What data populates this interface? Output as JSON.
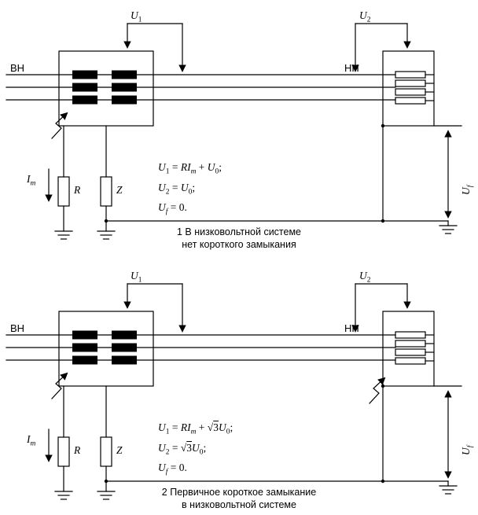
{
  "figure": {
    "background": "#ffffff",
    "line_color": "#000000",
    "diagrams": [
      {
        "labels": {
          "u1": [
            {
              "t": "U",
              "i": 1
            },
            {
              "t": "1",
              "sub": 1
            }
          ],
          "u2": [
            {
              "t": "U",
              "i": 1
            },
            {
              "t": "2",
              "sub": 1
            }
          ],
          "hv": "ВН",
          "lv": "НН",
          "im": [
            {
              "t": "I",
              "i": 1
            },
            {
              "t": "m",
              "sub": 1,
              "i": 1
            }
          ],
          "r": [
            {
              "t": "R",
              "i": 1
            }
          ],
          "z": [
            {
              "t": "Z",
              "i": 1
            }
          ],
          "uf": [
            {
              "t": "U",
              "i": 1
            },
            {
              "t": "f",
              "sub": 1,
              "i": 1
            }
          ]
        },
        "equations": [
          [
            {
              "t": "U",
              "i": 1
            },
            {
              "t": "1",
              "sub": 1
            },
            {
              "t": " = "
            },
            {
              "t": "RI",
              "i": 1
            },
            {
              "t": "m",
              "sub": 1,
              "i": 1
            },
            {
              "t": " + "
            },
            {
              "t": "U",
              "i": 1
            },
            {
              "t": "0",
              "sub": 1
            },
            {
              "t": ";"
            }
          ],
          [
            {
              "t": "U",
              "i": 1
            },
            {
              "t": "2",
              "sub": 1
            },
            {
              "t": " = "
            },
            {
              "t": "U",
              "i": 1
            },
            {
              "t": "0",
              "sub": 1
            },
            {
              "t": ";"
            }
          ],
          [
            {
              "t": "U",
              "i": 1
            },
            {
              "t": "f",
              "sub": 1,
              "i": 1
            },
            {
              "t": " = 0."
            }
          ]
        ],
        "caption": [
          "1 В низковольтной системе",
          "нет короткого замыкания"
        ]
      },
      {
        "labels": {
          "u1": [
            {
              "t": "U",
              "i": 1
            },
            {
              "t": "1",
              "sub": 1
            }
          ],
          "u2": [
            {
              "t": "U",
              "i": 1
            },
            {
              "t": "2",
              "sub": 1
            }
          ],
          "hv": "ВН",
          "lv": "НН",
          "im": [
            {
              "t": "I",
              "i": 1
            },
            {
              "t": "m",
              "sub": 1,
              "i": 1
            }
          ],
          "r": [
            {
              "t": "R",
              "i": 1
            }
          ],
          "z": [
            {
              "t": "Z",
              "i": 1
            }
          ],
          "uf": [
            {
              "t": "U",
              "i": 1
            },
            {
              "t": "f",
              "sub": 1,
              "i": 1
            }
          ]
        },
        "equations": [
          [
            {
              "t": "U",
              "i": 1
            },
            {
              "t": "1",
              "sub": 1
            },
            {
              "t": " = "
            },
            {
              "t": "RI",
              "i": 1
            },
            {
              "t": "m",
              "sub": 1,
              "i": 1
            },
            {
              "t": " + "
            },
            {
              "t": "√"
            },
            {
              "t": "3",
              "ov": 1
            },
            {
              "t": "U",
              "i": 1
            },
            {
              "t": "0",
              "sub": 1
            },
            {
              "t": ";"
            }
          ],
          [
            {
              "t": "U",
              "i": 1
            },
            {
              "t": "2",
              "sub": 1
            },
            {
              "t": " = "
            },
            {
              "t": "√"
            },
            {
              "t": "3",
              "ov": 1
            },
            {
              "t": "U",
              "i": 1
            },
            {
              "t": "0",
              "sub": 1
            },
            {
              "t": ";"
            }
          ],
          [
            {
              "t": "U",
              "i": 1
            },
            {
              "t": "f",
              "sub": 1,
              "i": 1
            },
            {
              "t": " = 0."
            }
          ]
        ],
        "caption": [
          "2 Первичное короткое замыкание",
          "в низковольтной системе"
        ]
      }
    ]
  }
}
